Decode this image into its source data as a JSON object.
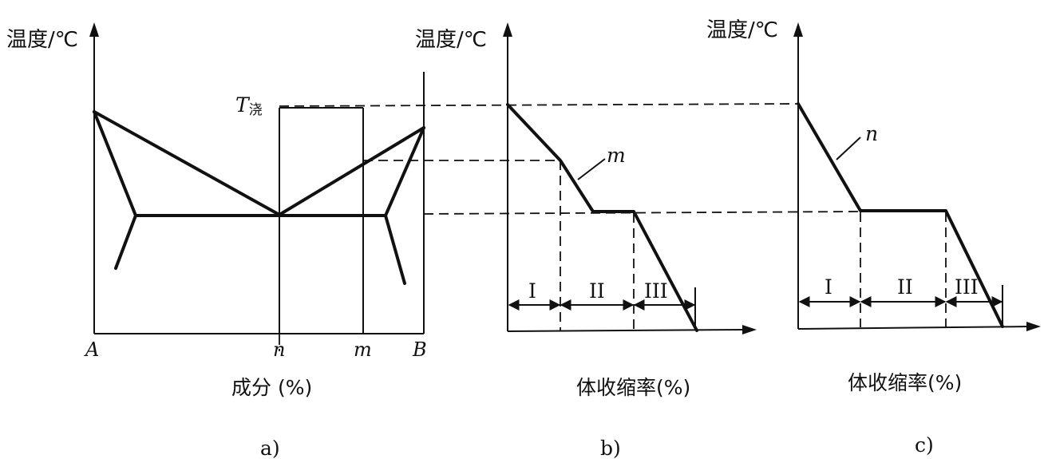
{
  "panel_a": {
    "y_axis_title": "温度/℃",
    "pour_temp_label": "T",
    "pour_temp_sub": "浇",
    "x_points": {
      "A": "A",
      "n": "n",
      "m": "m",
      "B": "B"
    },
    "x_axis_title": "成分 (%)",
    "caption": "a)"
  },
  "panel_b": {
    "y_axis_title": "温度/℃",
    "curve_label": "m",
    "stages": [
      "I",
      "II",
      "III"
    ],
    "x_axis_title": "体收缩率(%)",
    "caption": "b)"
  },
  "panel_c": {
    "y_axis_title": "温度/℃",
    "curve_label": "n",
    "stages": [
      "I",
      "II",
      "III"
    ],
    "x_axis_title": "体收缩率(%)",
    "caption": "c)"
  }
}
